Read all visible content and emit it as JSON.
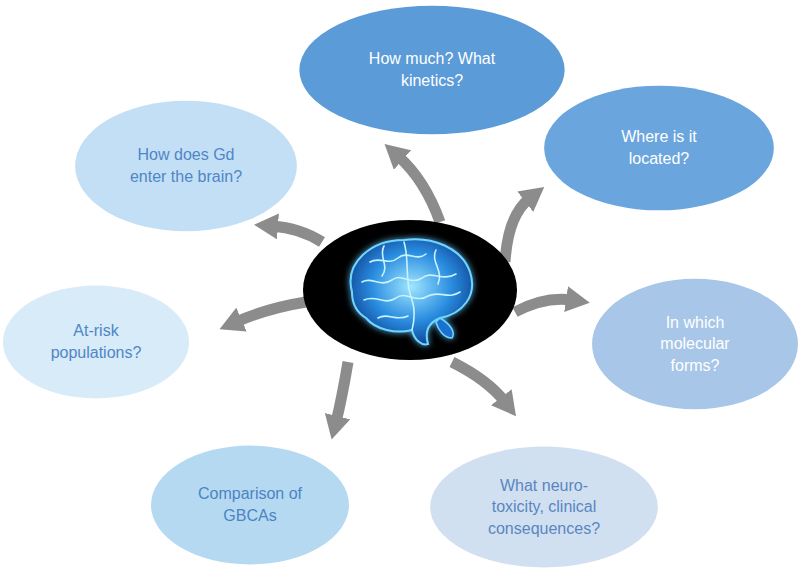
{
  "diagram": {
    "nodes": [
      {
        "text": [
          "How much? What kinetics?"
        ]
      },
      {
        "text": [
          "Where is it located?"
        ]
      },
      {
        "text": [
          "In which molecular forms?"
        ]
      },
      {
        "text": [
          "What neuro-toxicity, clinical consequences?"
        ]
      },
      {
        "text": [
          "Comparison of GBCAs"
        ]
      },
      {
        "text": [
          "At-risk populations?"
        ]
      },
      {
        "text": [
          "How does Gd enter the brain?"
        ]
      }
    ]
  }
}
